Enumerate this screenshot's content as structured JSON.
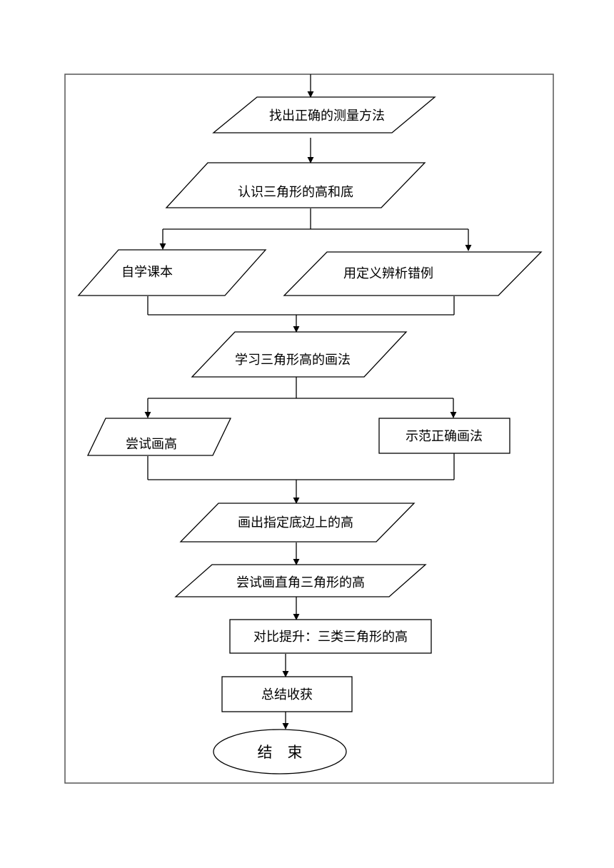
{
  "nodes": {
    "find_method": "找出正确的测量方法",
    "know_height_base": "认识三角形的高和底",
    "self_study": "自学课本",
    "define_errors": "用定义辨析错例",
    "learn_drawing": "学习三角形高的画法",
    "try_draw": "尝试画高",
    "demo_correct": "示范正确画法",
    "draw_given_base": "画出指定底边上的高",
    "try_right_triangle": "尝试画直角三角形的高",
    "compare_three": "对比提升：三类三角形的高",
    "summary": "总结收获",
    "end": "结　束"
  }
}
